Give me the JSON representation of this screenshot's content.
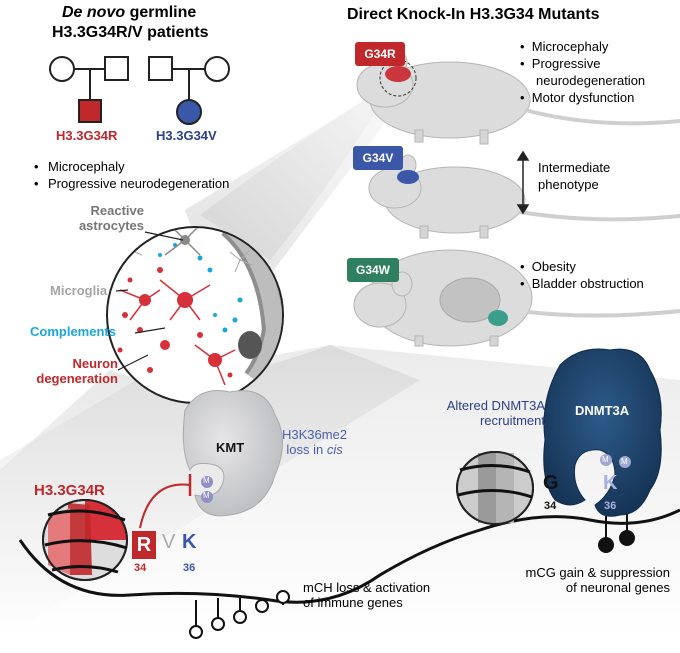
{
  "patients": {
    "title_italic": "De novo",
    "title_rest": " germline",
    "title_line2": "H3.3G34R/V patients",
    "g34r_label": "H3.3G34R",
    "g34v_label": "H3.3G34V",
    "symptoms": [
      "Microcephaly",
      "Progressive neurodegeneration"
    ]
  },
  "mutants": {
    "title": "Direct Knock-In H3.3G34 Mutants",
    "g34r_tag": "G34R",
    "g34v_tag": "G34V",
    "g34w_tag": "G34W",
    "g34r_phenotypes": [
      "Microcephaly",
      "Progressive",
      "neurodegeneration",
      "Motor dysfunction"
    ],
    "g34v_phenotype_line1": "Intermediate",
    "g34v_phenotype_line2": "phenotype",
    "g34w_phenotypes": [
      "Obesity",
      "Bladder obstruction"
    ]
  },
  "brain": {
    "reactive_line1": "Reactive",
    "reactive_line2": "astrocytes",
    "microglia": "Microglia",
    "complements": "Complements",
    "neuron_line1": "Neuron",
    "neuron_line2": "degeneration"
  },
  "chromatin": {
    "h33g34r": "H3.3G34R",
    "kmt": "KMT",
    "kmt_note_line1": "H3K36me2",
    "kmt_note_line2": "loss in ",
    "kmt_note_italic": "cis",
    "res_R": "R",
    "res_V": "V",
    "res_K": "K",
    "num_34": "34",
    "num_36": "36",
    "m": "M",
    "mch_line1": "mCH loss & activation",
    "mch_line2": "of immune genes",
    "dnmt3a_note_line1": "Altered DNMT3A",
    "dnmt3a_note_line2": "recruitment",
    "dnmt3a": "DNMT3A",
    "res_G": "G",
    "res_K2": "K",
    "num_34b": "34",
    "num_36b": "36",
    "mcg_line1": "mCG gain & suppression",
    "mcg_line2": "of neuronal genes"
  },
  "colors": {
    "red": "#c0282b",
    "blue": "#3b57a8",
    "navy": "#1e3a6a",
    "dnmt": "#1f4470",
    "g34w": "#2e8060",
    "grey": "#777777",
    "cyan": "#1aa7d8"
  }
}
